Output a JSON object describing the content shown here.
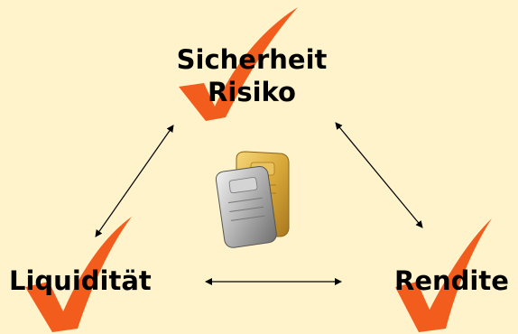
{
  "nodes": {
    "top": {
      "line1": "Sicherheit",
      "line2": "Risiko"
    },
    "left": {
      "label": "Liquidität"
    },
    "right": {
      "label": "Rendite"
    }
  },
  "colors": {
    "background": "#FFF3CC",
    "checkmark": "#F25C1C",
    "arrow": "#000000"
  },
  "icons": [
    "checkmark-icon",
    "checkmark-icon",
    "checkmark-icon",
    "gold-silver-bars-image"
  ]
}
